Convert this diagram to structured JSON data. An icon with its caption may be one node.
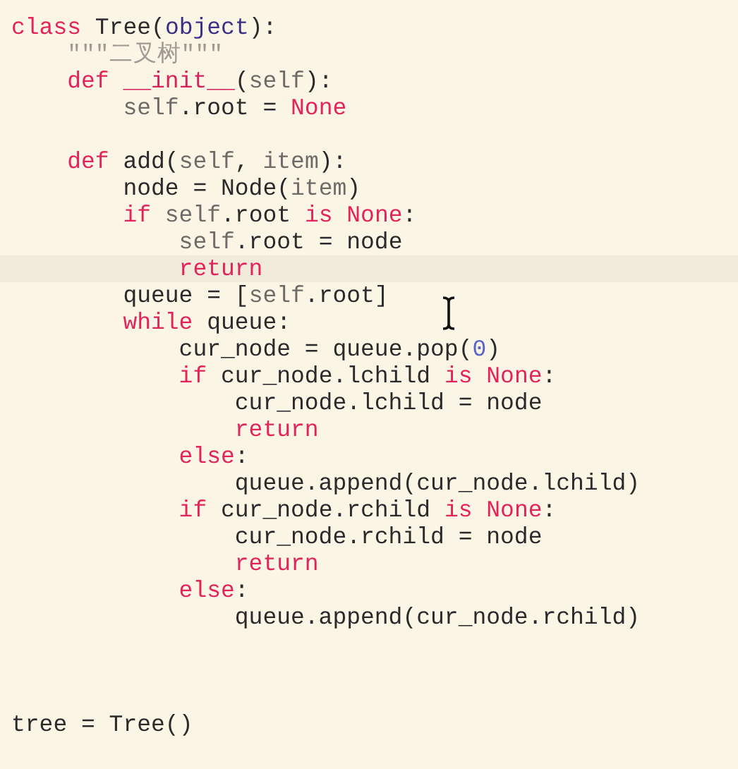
{
  "diagram": {
    "labels": [
      "class Tree(object):",
      "\"\"\"二叉树\"\"\"",
      "def __init__(self):",
      "self.root = None",
      "def add(self, item):",
      "node = Node(item)",
      "if self.root is None:",
      "self.root = node",
      "return",
      "queue = [self.root]",
      "while queue:",
      "cur_node = queue.pop(0)",
      "if cur_node.lchild is None:",
      "cur_node.lchild = node",
      "return",
      "else:",
      "queue.append(cur_node.lchild)",
      "if cur_node.rchild is None:",
      "cur_node.rchild = node",
      "return",
      "else:",
      "queue.append(cur_node.rchild)",
      "tree = Tree()"
    ]
  }
}
